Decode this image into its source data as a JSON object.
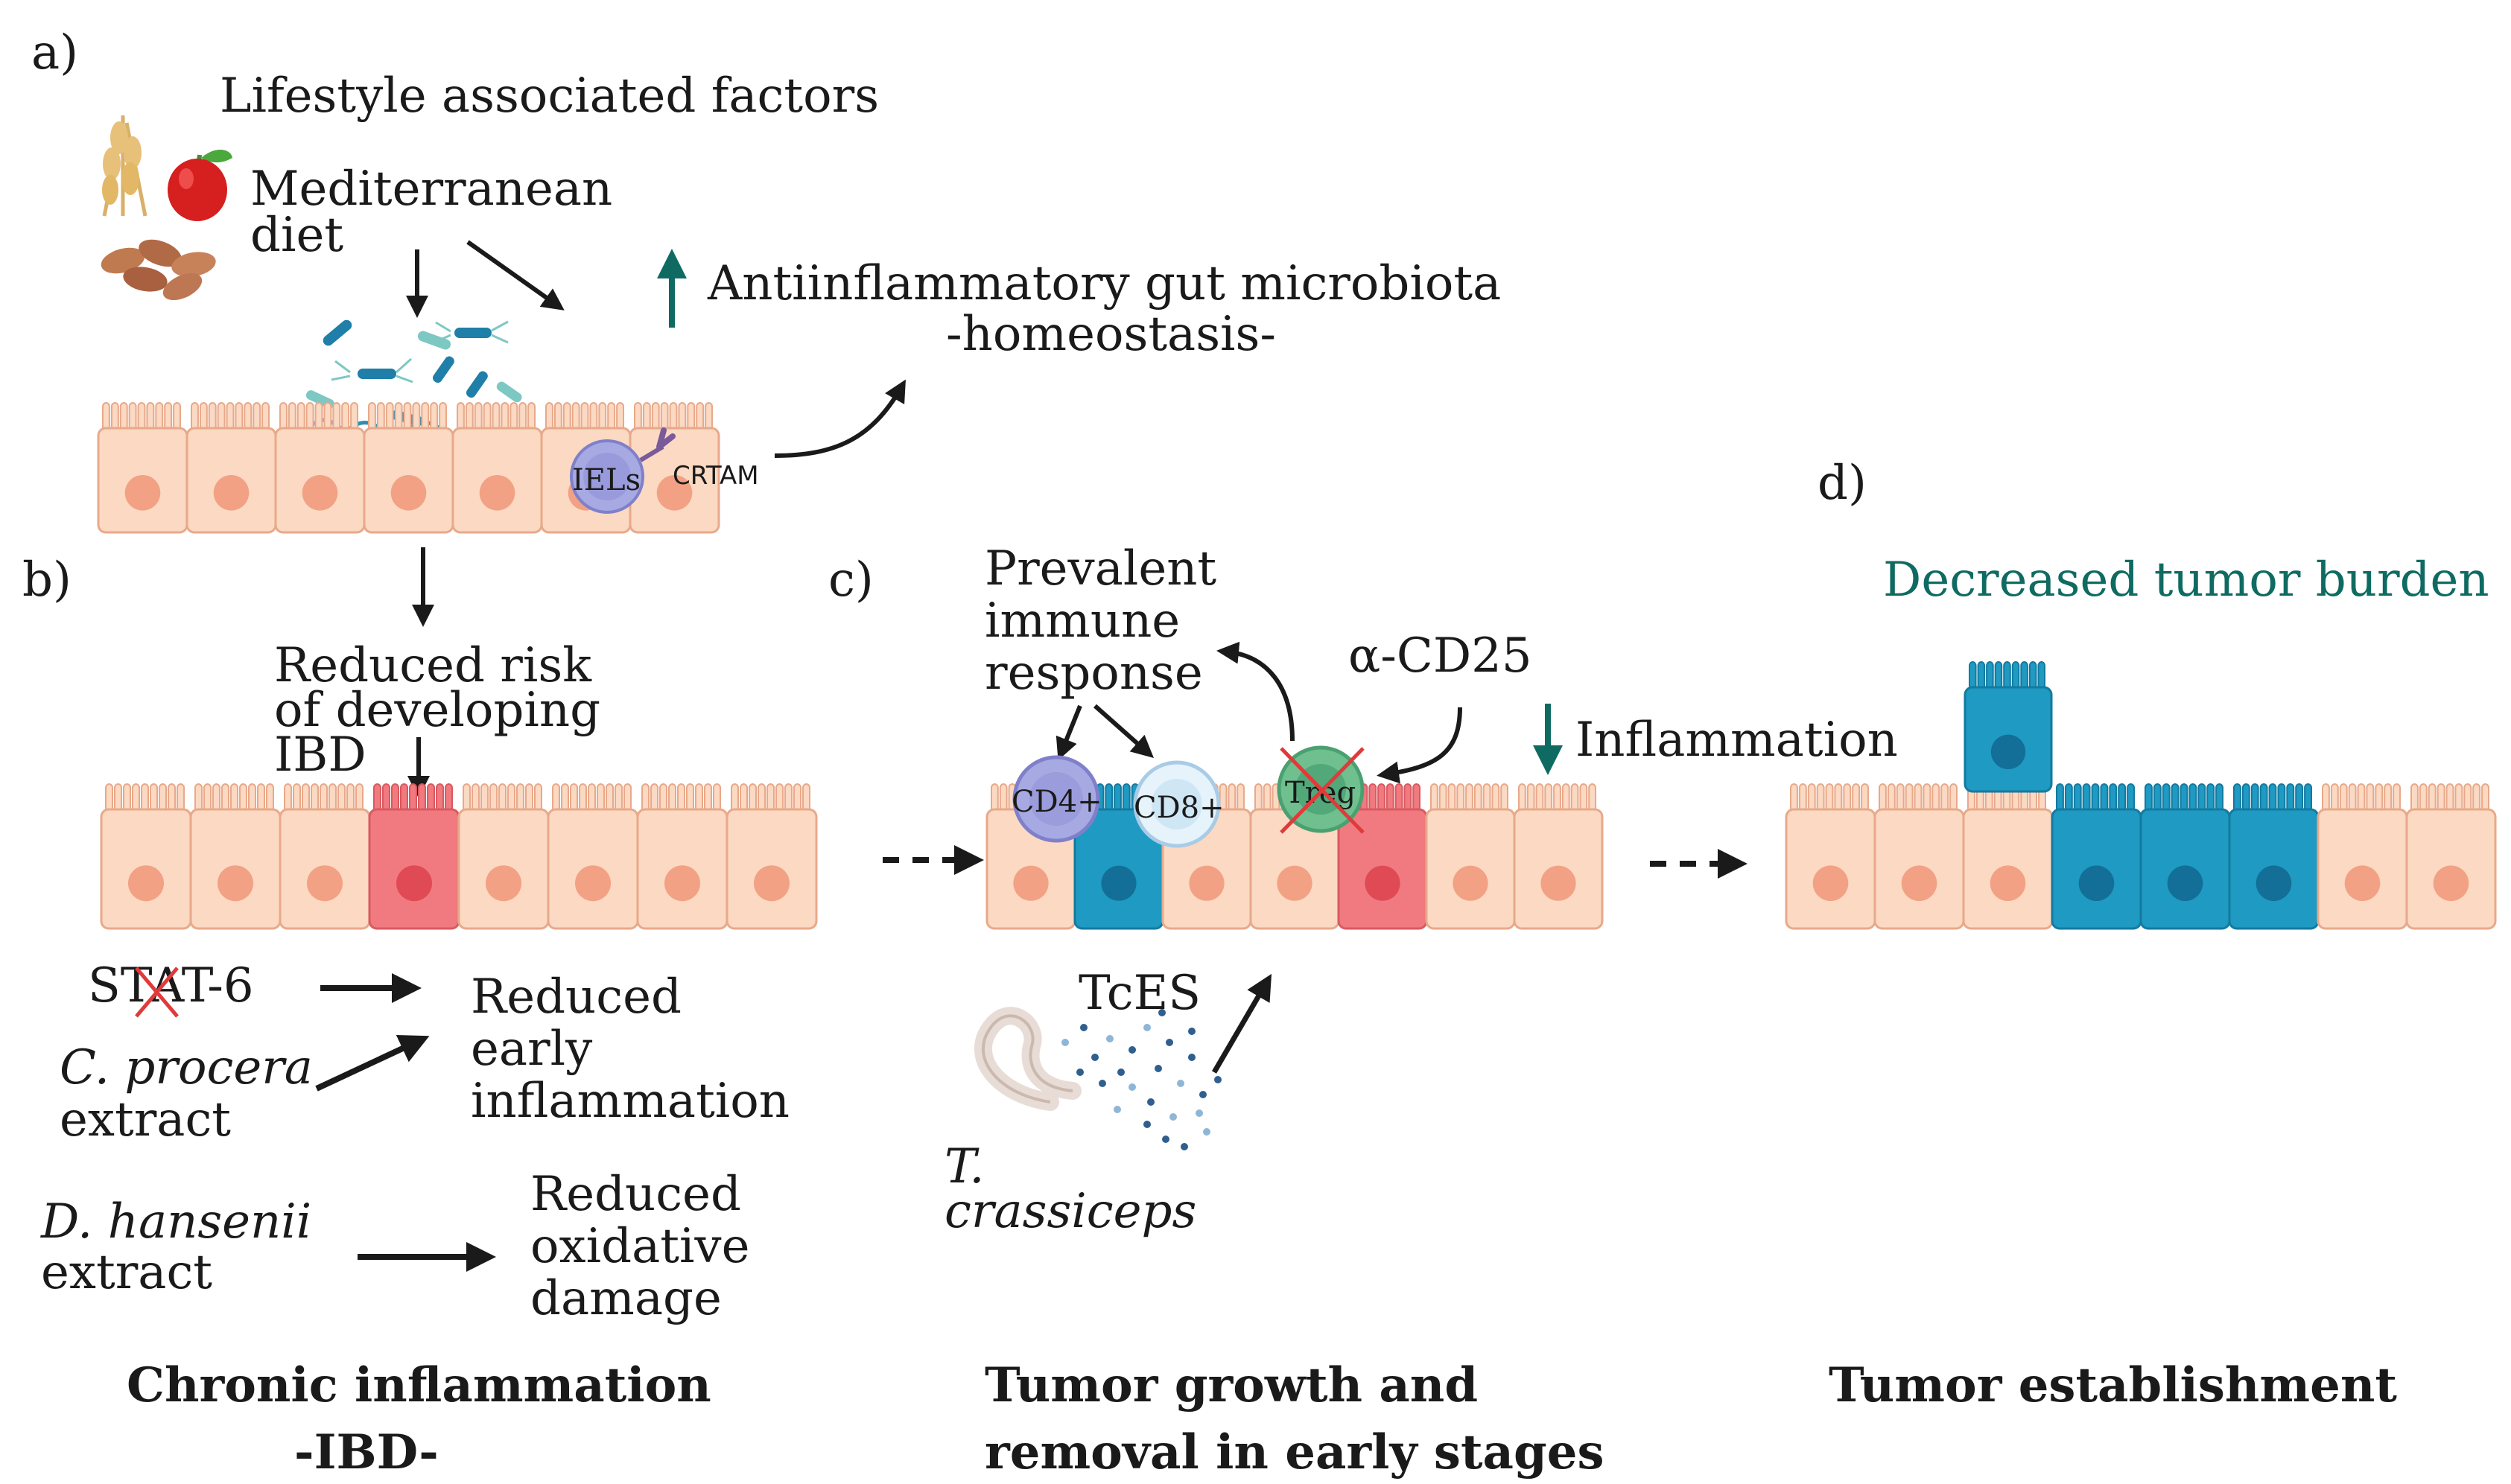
{
  "panels": {
    "a": "a)",
    "b": "b)",
    "c": "c)",
    "d": "d)"
  },
  "panel_a": {
    "heading": "Lifestyle associated factors",
    "diet_line1": "Mediterranean",
    "diet_line2": "diet",
    "microbiota_line1": "Antiinflammatory gut microbiota",
    "microbiota_line2": "-homeostasis-",
    "iels": "IELs",
    "crtam": "CRTAM",
    "icons": [
      "wheat-icon",
      "apple-icon",
      "almonds-icon",
      "bacteria-icon"
    ]
  },
  "panel_b": {
    "risk_line1": "Reduced risk",
    "risk_line2": "of developing",
    "risk_line3": "IBD",
    "stat6": "STAT-6",
    "procera_line1": "C. procera",
    "procera_line2": "extract",
    "reduced_inflam_line1": "Reduced",
    "reduced_inflam_line2": "early",
    "reduced_inflam_line3": "inflammation",
    "hansenii_line1": "D. hansenii",
    "hansenii_line2": "extract",
    "oxidative_line1": "Reduced",
    "oxidative_line2": "oxidative",
    "oxidative_line3": "damage",
    "caption_line1": "Chronic inflammation",
    "caption_line2": "-IBD-"
  },
  "panel_c": {
    "response_line1": "Prevalent",
    "response_line2": "immune",
    "response_line3": "response",
    "anti_cd25": "α-CD25",
    "inflammation": "Inflammation",
    "cd4": "CD4+",
    "cd8": "CD8+",
    "treg": "Treg",
    "tces": "TcES",
    "parasite_line1": "T.",
    "parasite_line2": "crassiceps",
    "caption_line1": "Tumor growth and",
    "caption_line2": "removal  in early stages",
    "icons": [
      "worm-icon"
    ]
  },
  "panel_d": {
    "heading": "Decreased tumor burden",
    "caption": "Tumor establishment"
  },
  "colors": {
    "cell_fill": "#fbd9c3",
    "cell_stroke": "#e8a98a",
    "nucleus": "#f2a184",
    "inflamed_cell": "#f07a80",
    "tumor_cell": "#1f9ac2",
    "teal_accent": "#0f6b62",
    "cross_red": "#e03a3a"
  }
}
